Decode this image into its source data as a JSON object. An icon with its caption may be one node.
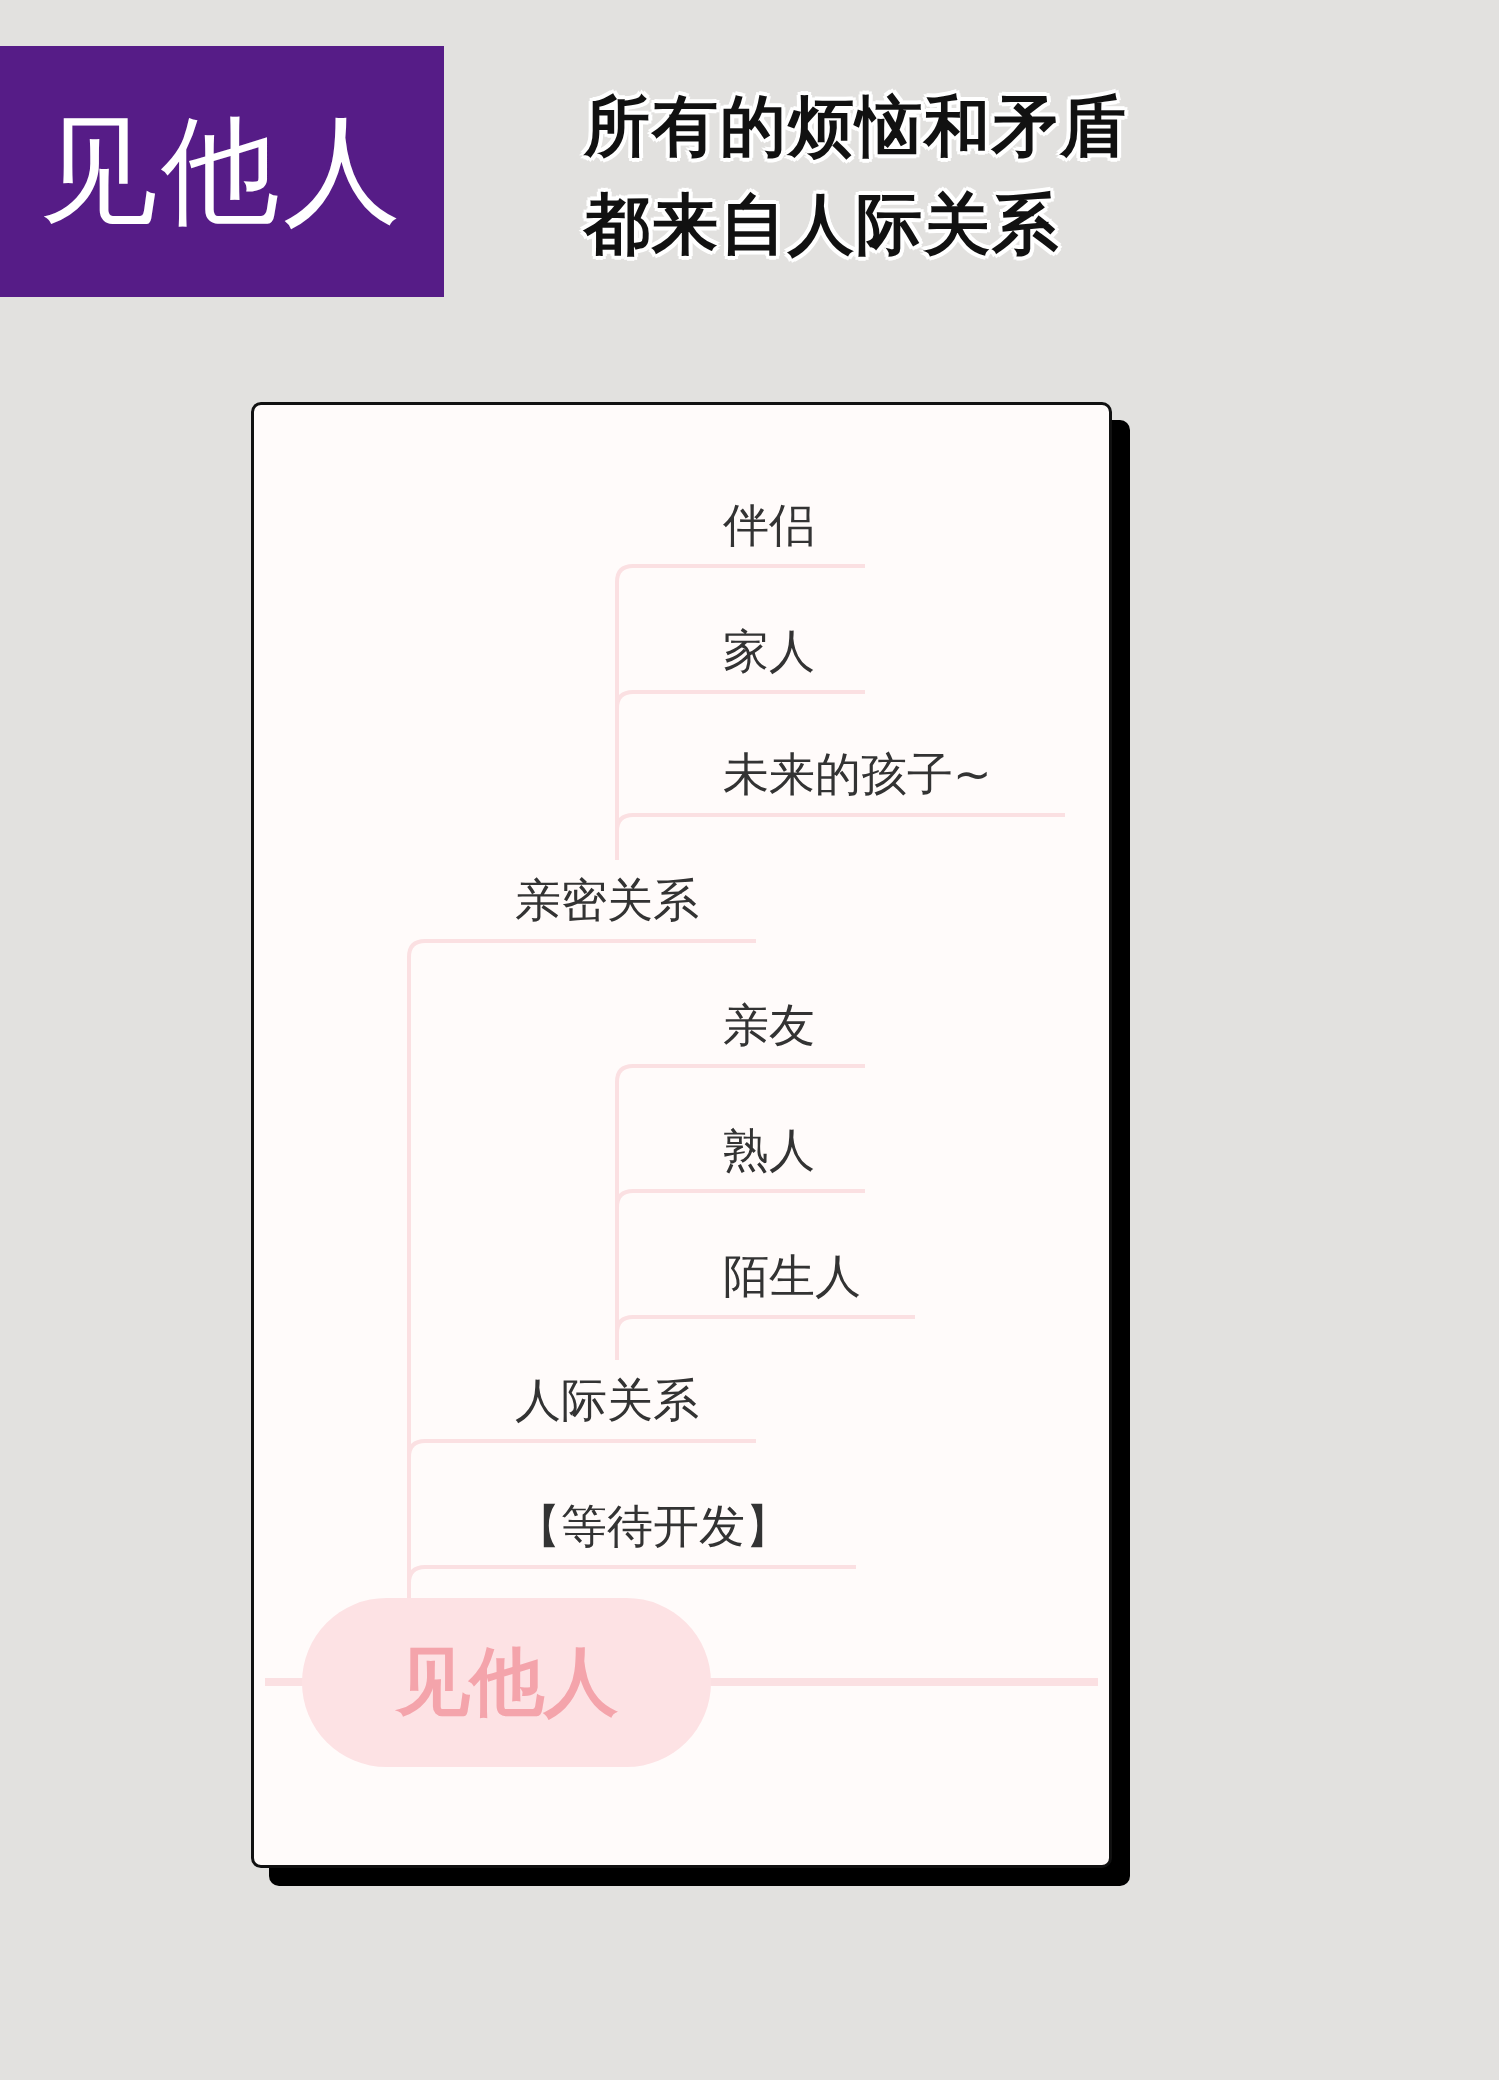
{
  "diagram": {
    "title": "所有的烦恼和矛盾都来自人际关系",
    "nodes": [
      {
        "text": [
          "见他人"
        ]
      },
      {
        "text": [
          "见他人"
        ]
      },
      {
        "text": [
          "亲密关系"
        ]
      },
      {
        "text": [
          "伴侣"
        ]
      },
      {
        "text": [
          "家人"
        ]
      },
      {
        "text": [
          "未来的孩子~"
        ]
      },
      {
        "text": [
          "人际关系"
        ]
      },
      {
        "text": [
          "亲友"
        ]
      },
      {
        "text": [
          "熟人"
        ]
      },
      {
        "text": [
          "陌生人"
        ]
      },
      {
        "text": [
          "【等待开发】"
        ]
      }
    ],
    "edges": [
      {
        "from": 1,
        "to": 2,
        "arrow": "none"
      },
      {
        "from": 1,
        "to": 6,
        "arrow": "none"
      },
      {
        "from": 1,
        "to": 10,
        "arrow": "none"
      },
      {
        "from": 2,
        "to": 3,
        "arrow": "none"
      },
      {
        "from": 2,
        "to": 4,
        "arrow": "none"
      },
      {
        "from": 2,
        "to": 5,
        "arrow": "none"
      },
      {
        "from": 6,
        "to": 7,
        "arrow": "none"
      },
      {
        "from": 6,
        "to": 8,
        "arrow": "none"
      },
      {
        "from": 6,
        "to": 9,
        "arrow": "none"
      }
    ]
  }
}
